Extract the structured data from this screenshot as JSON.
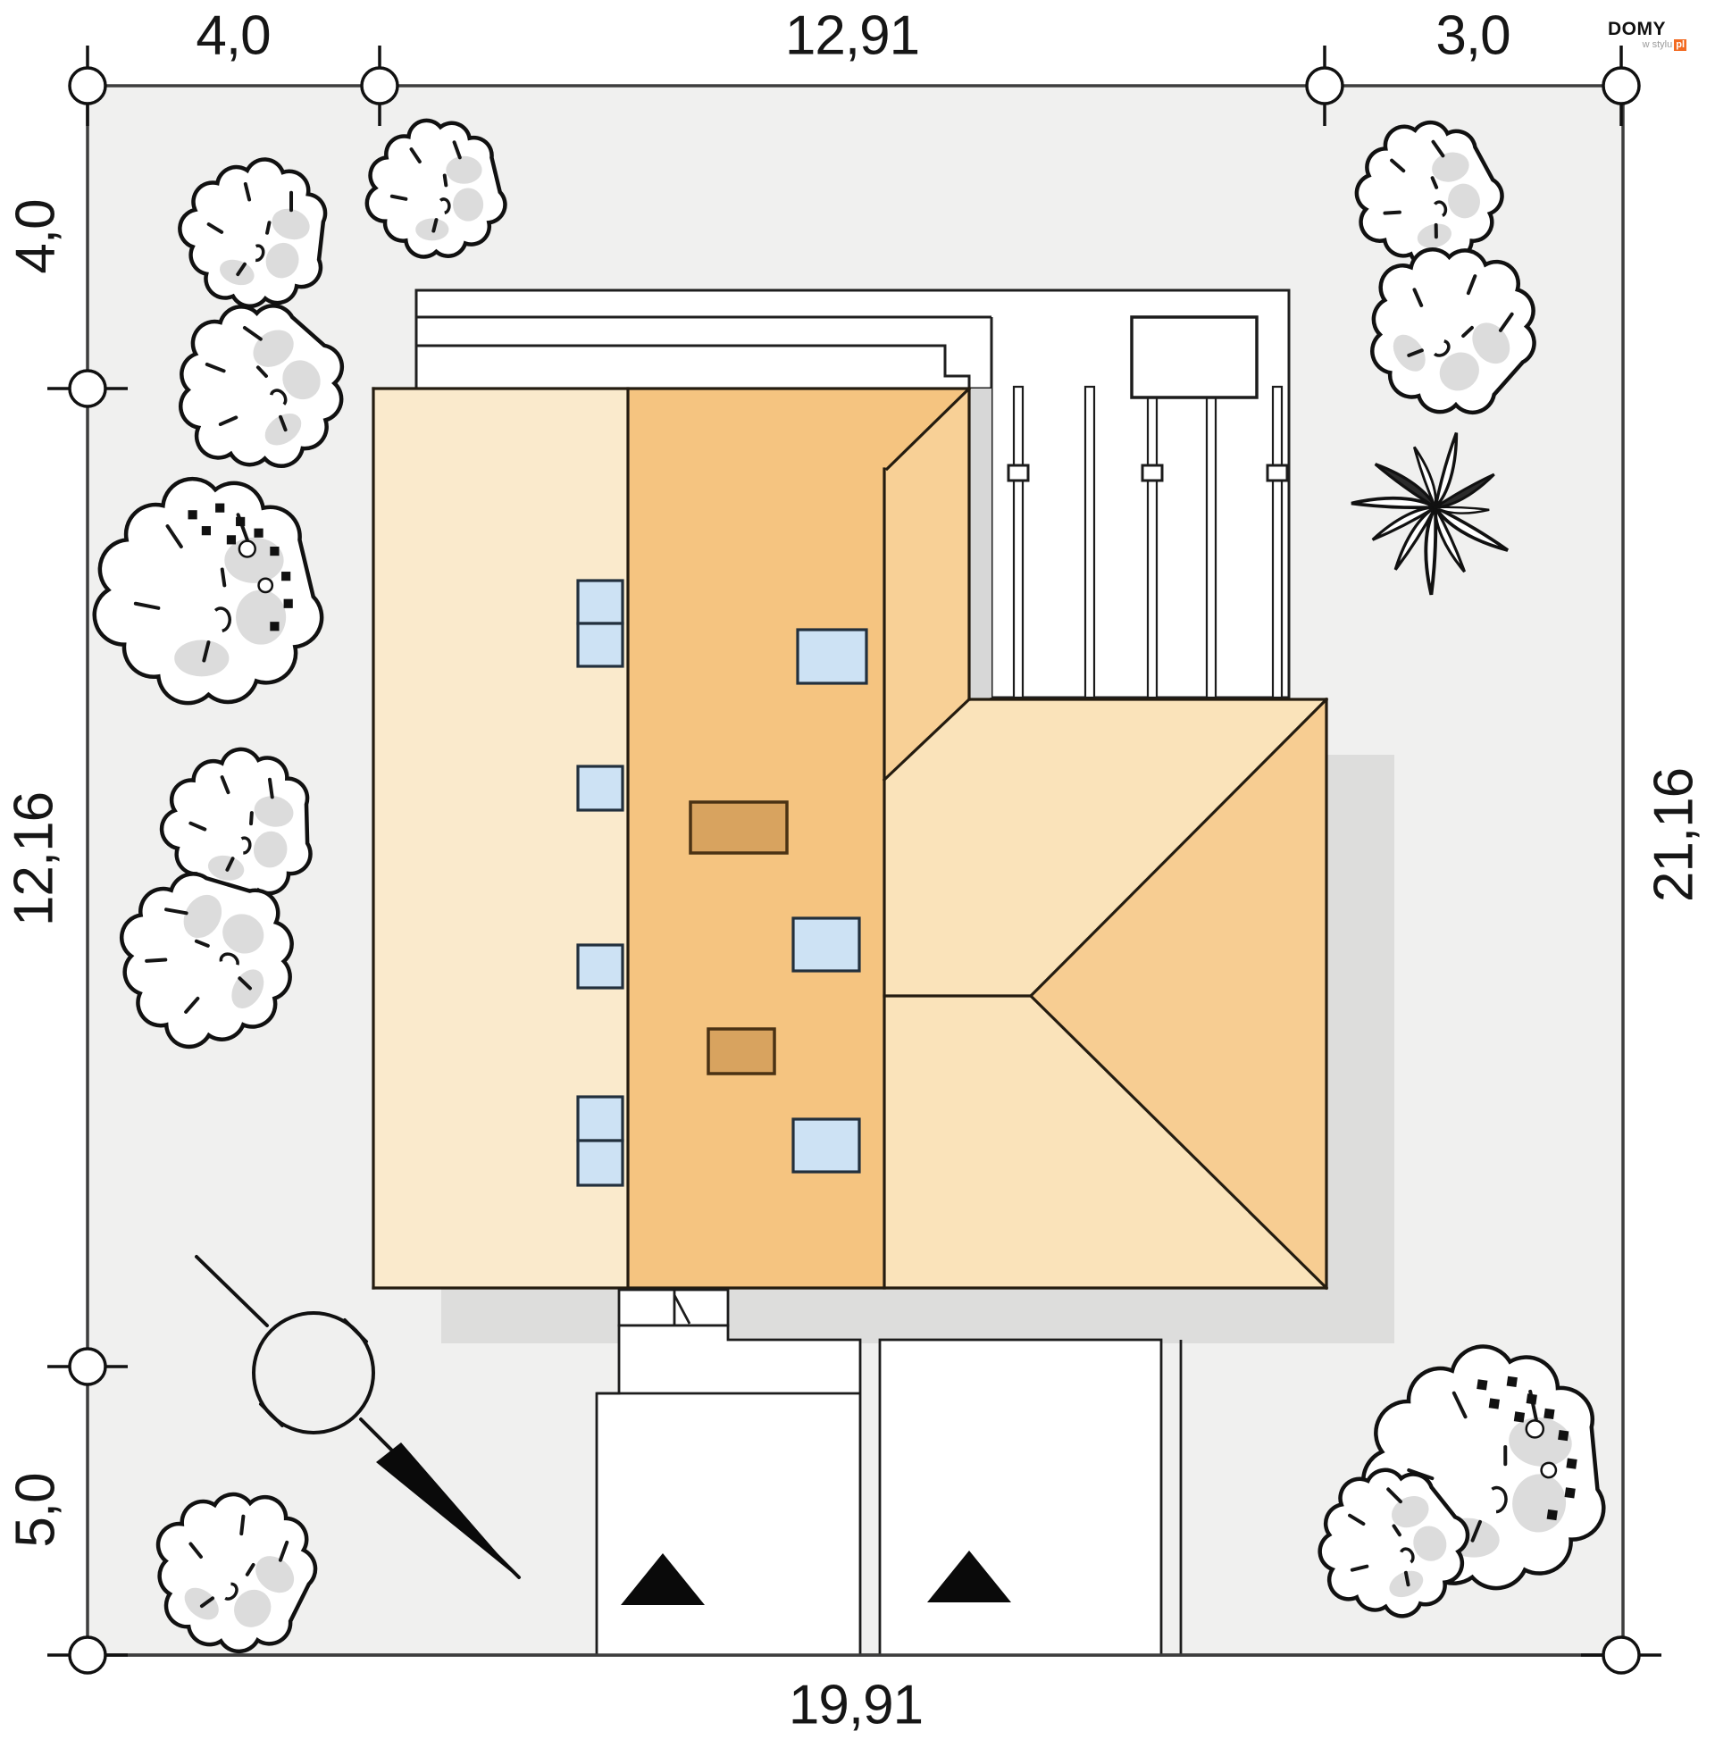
{
  "logo": {
    "brand": "DOMY",
    "tagline": "w stylu",
    "domain_suffix": "pl"
  },
  "dimensions": {
    "top": [
      "4,0",
      "12,91",
      "3,0"
    ],
    "left": [
      "4,0",
      "12,16",
      "5,0"
    ],
    "right": [
      "21,16"
    ],
    "bottom": [
      "19,91"
    ]
  },
  "palette": {
    "plot_fill": "#f0f0ef",
    "shadow_gray": "#dddddc",
    "strip_gray": "#d7d7d7",
    "roof_cream": "#faeacc",
    "roof_orange": "#f5c480",
    "roof_strip": "#f8d096",
    "roof_light": "#fae3ba",
    "roof_medium": "#f7cd92",
    "skylight_blue": "#cde2f4",
    "chimney_brown": "#d8a35f",
    "line_dark": "#1c1c1c",
    "logo_orange": "#f26a21"
  }
}
